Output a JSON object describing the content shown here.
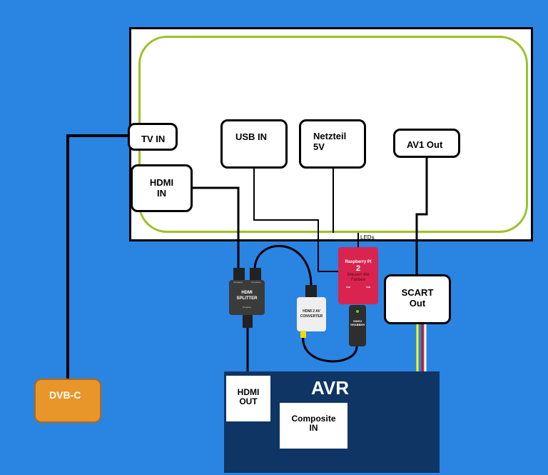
{
  "tv": {
    "ports": {
      "tv_in": "TV IN",
      "hdmi_in": [
        "HDMI",
        "IN"
      ],
      "usb_in": "USB IN",
      "power": [
        "Netzteil",
        "5V"
      ],
      "av1_out": "AV1 Out"
    }
  },
  "leds_label": "LEDs",
  "devices": {
    "hdmi_splitter": {
      "title": [
        "HDMI",
        "SPLITTER"
      ],
      "port_out1": "Ausgang",
      "port_out2": "Ausgang",
      "port_in": "Eingang"
    },
    "hdmi2av": {
      "title": [
        "HDMI 2 AV",
        "CONVERTER"
      ]
    },
    "raspberry": {
      "title": "Raspberry PI",
      "number": "2",
      "subtitle": [
        "Steuert die",
        "Farben"
      ],
      "usb1": "USB",
      "usb2": "USB"
    },
    "video_grabber": {
      "title": [
        "VIDEO",
        "GRABBER"
      ]
    },
    "scart": [
      "SCART",
      "Out"
    ],
    "dvbc": "DVB-C"
  },
  "avr": {
    "title": "AVR",
    "hdmi_out": [
      "HDMI",
      "OUT"
    ],
    "composite_in": [
      "Composite",
      "IN"
    ]
  },
  "colors": {
    "background": "#2a84e2",
    "tv_frame": "#000000",
    "tv_inner": "#9ac226",
    "avr": "#0f3565",
    "dvbc": "#e8952a",
    "raspberry": "#d9244f",
    "cable_yellow": "#ffff00",
    "cable_red": "#e01010",
    "cable_white": "#ffffff"
  }
}
